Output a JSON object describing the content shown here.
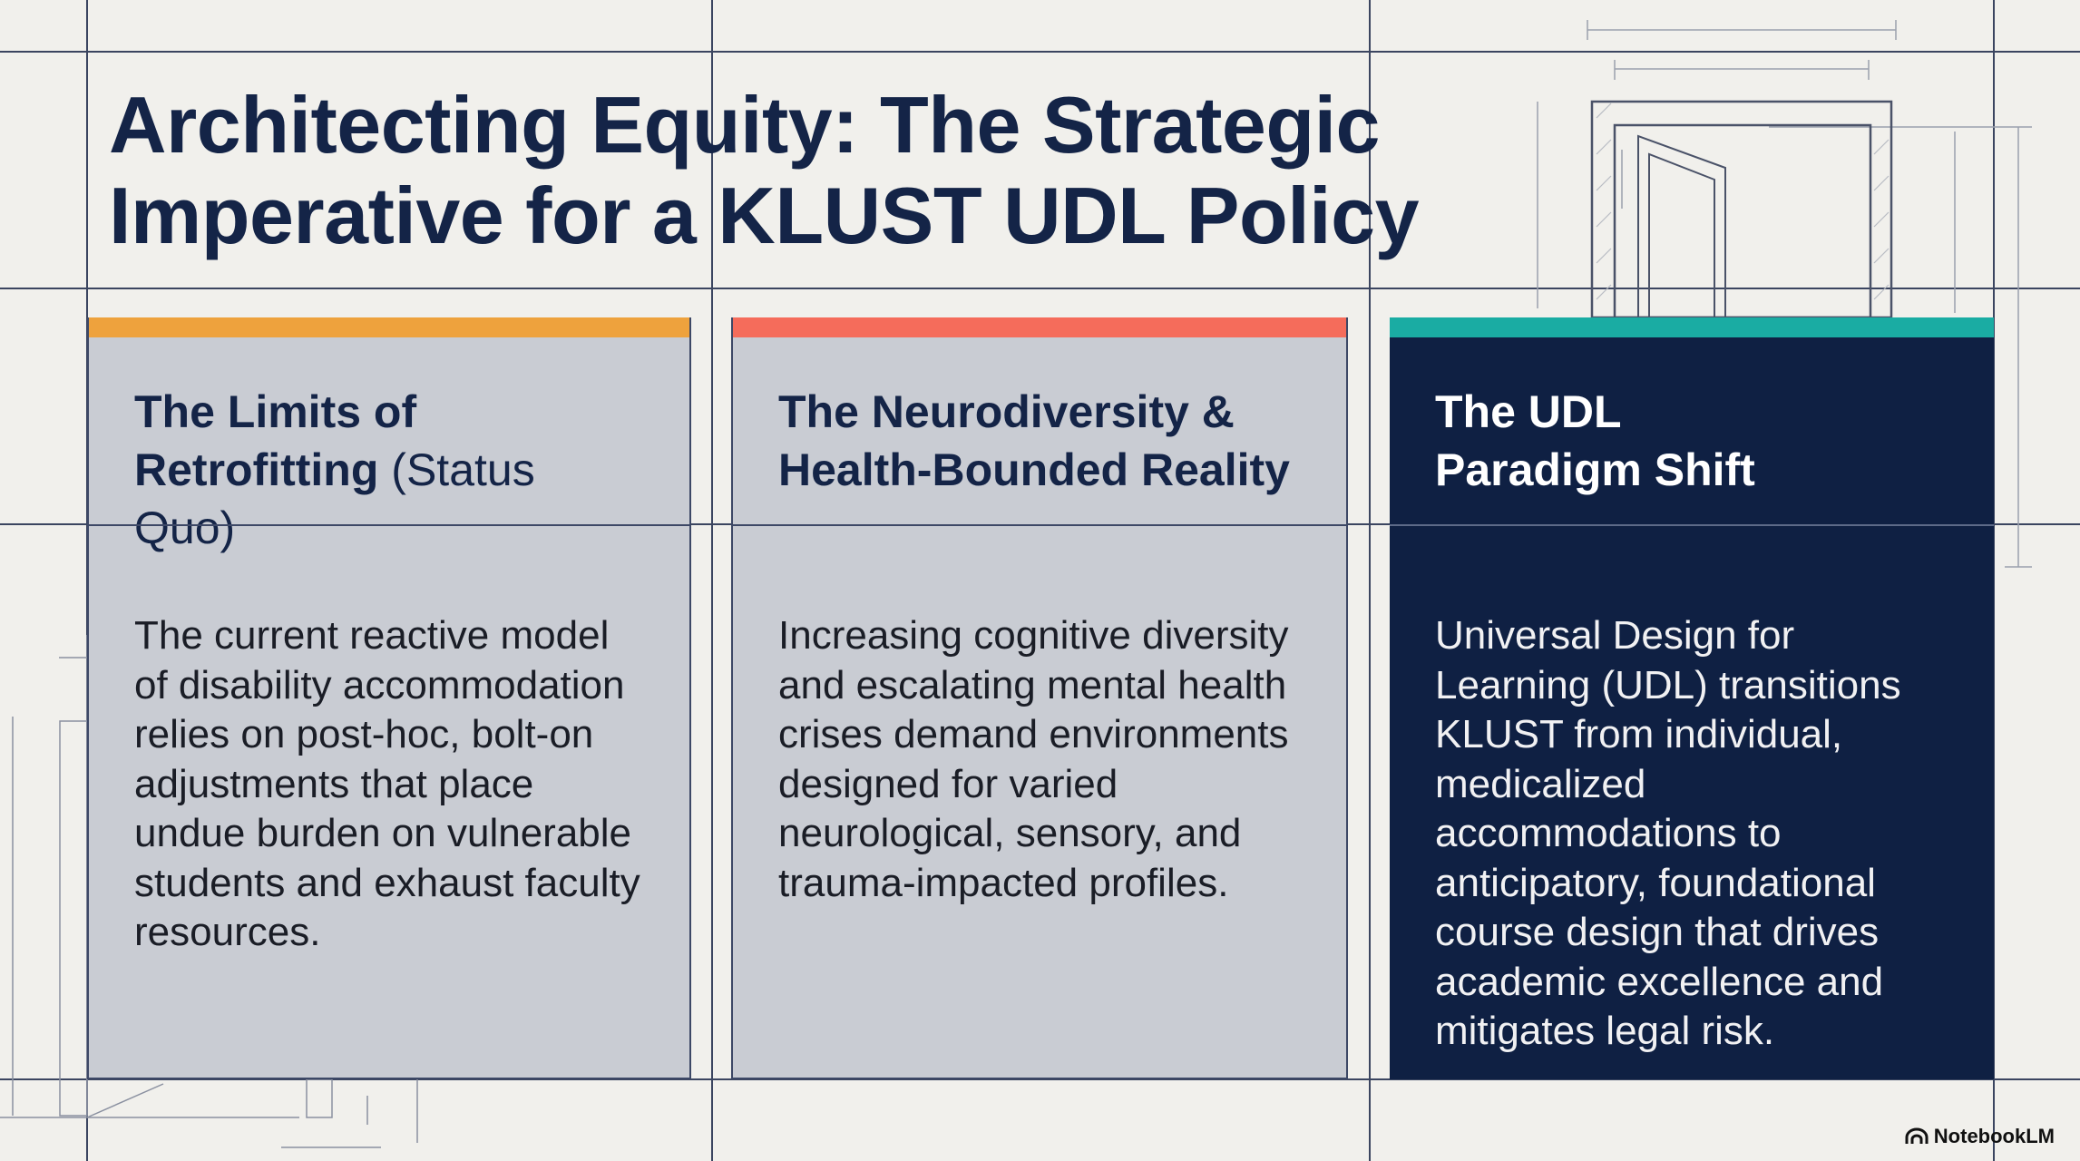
{
  "title": {
    "line1": "Architecting Equity: The Strategic",
    "line2": "Imperative for a KLUST UDL Policy"
  },
  "cards": [
    {
      "heading_bold_1": "The Limits of",
      "heading_bold_2": "Retrofitting",
      "heading_light": "(Status Quo)",
      "body": "The current reactive model of disability accommodation relies on post-hoc, bolt-on adjustments that place undue burden on vulnerable students and exhaust faculty resources.",
      "accent_color": "#eea23d"
    },
    {
      "heading_1": "The Neurodiversity &",
      "heading_2": "Health-Bounded Reality",
      "body": "Increasing cognitive diversity and escalating mental health crises demand environments designed for varied neurological, sensory, and trauma-impacted profiles.",
      "accent_color": "#f56c5b"
    },
    {
      "heading_1": "The UDL",
      "heading_2": "Paradigm Shift",
      "body": "Universal Design for Learning (UDL) transitions KLUST from individual, medicalized accommodations to anticipatory, foundational course design that drives academic excellence and mitigates legal risk.",
      "accent_color": "#1aaca3"
    }
  ],
  "brand": {
    "label": "NotebookLM",
    "icon": "notebooklm-logo-icon"
  },
  "colors": {
    "background": "#f1f0ec",
    "navy": "#0f2043",
    "card_gray": "#c9ccd3"
  }
}
